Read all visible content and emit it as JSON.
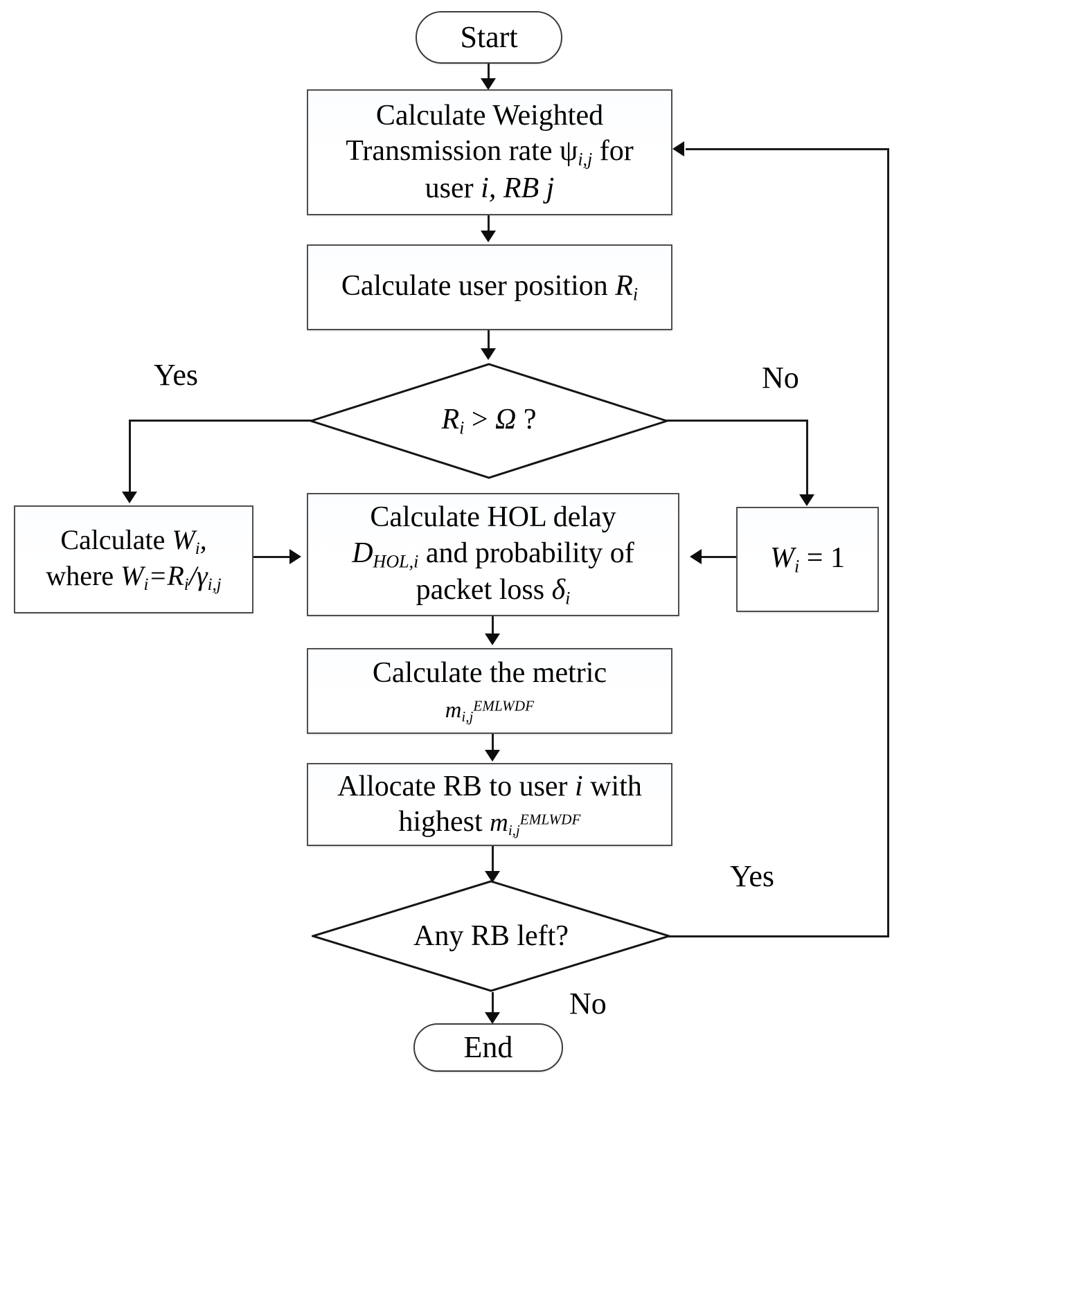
{
  "diagram": {
    "title": "EMLWDF resource block scheduling flowchart",
    "type": "flowchart",
    "accent_color": "#000000",
    "node_border_color": "#4d4d4d",
    "node_fill_color": "#ffffff",
    "line_color": "#1a1a1a"
  },
  "nodes": {
    "start": {
      "label": "Start",
      "shape": "terminal"
    },
    "calc_weighted_rate": {
      "line1": "Calculate Weighted",
      "line2_pre": "Transmission rate ",
      "line2_sym": "ψ",
      "line2_sub": "i,j",
      "line2_post": " for",
      "line3_pre": "user ",
      "line3_i": "i",
      "line3_mid": ", ",
      "line3_rb": "RB j",
      "shape": "process",
      "plain": "Calculate Weighted Transmission rate ψi,j for user i, RB j"
    },
    "calc_user_position": {
      "text_pre": "Calculate user position ",
      "sym": "R",
      "sub": "i",
      "shape": "process",
      "plain": "Calculate user position Ri"
    },
    "decision_position": {
      "sym_r": "R",
      "sub_i": "i",
      "op": " > ",
      "sym_omega": "Ω",
      "qmark": " ?",
      "shape": "decision",
      "plain": "Ri > Ω ?"
    },
    "calc_weight_left": {
      "line1_pre": "Calculate ",
      "line1_w": "W",
      "line1_sub": "i",
      "line1_post": ",",
      "line2_pre": "where ",
      "line2_w": "W",
      "line2_sub1": "i",
      "line2_eq": "=",
      "line2_r": "R",
      "line2_sub2": "i",
      "line2_slash": "/",
      "line2_gamma": "γ",
      "line2_sub3": "i,j",
      "shape": "process",
      "plain": "Calculate Wi, where Wi=Ri/γi,j"
    },
    "calc_hol_delay": {
      "line1": "Calculate HOL delay",
      "line2_d": "D",
      "line2_sub": "HOL,i",
      "line2_post": " and probability of",
      "line3_pre": "packet loss ",
      "line3_delta": "δ",
      "line3_sub": "i",
      "shape": "process",
      "plain": "Calculate HOL delay DHOL,i and probability of packet loss δi"
    },
    "set_weight_one": {
      "w": "W",
      "sub": "i",
      "eq": " = 1",
      "shape": "process",
      "plain": "Wi = 1"
    },
    "calc_metric": {
      "line1": "Calculate the metric",
      "line2_m": "m",
      "line2_sub": "i,j",
      "line2_sup": "EMLWDF",
      "shape": "process",
      "plain": "Calculate the metric mi,jEMLWDF"
    },
    "allocate_rb": {
      "line1_pre": "Allocate RB to user ",
      "line1_i": "i",
      "line1_post": " with",
      "line2_pre": "highest ",
      "line2_m": "m",
      "line2_sub": "i,j",
      "line2_sup": "EMLWDF",
      "shape": "process",
      "plain": "Allocate RB to user i with highest mi,jEMLWDF"
    },
    "decision_rb_left": {
      "label": "Any RB left?",
      "shape": "decision"
    },
    "end": {
      "label": "End",
      "shape": "terminal"
    }
  },
  "edge_labels": {
    "yes_top_left": "Yes",
    "no_top_right": "No",
    "yes_bottom_right": "Yes",
    "no_bottom_right": "No"
  }
}
